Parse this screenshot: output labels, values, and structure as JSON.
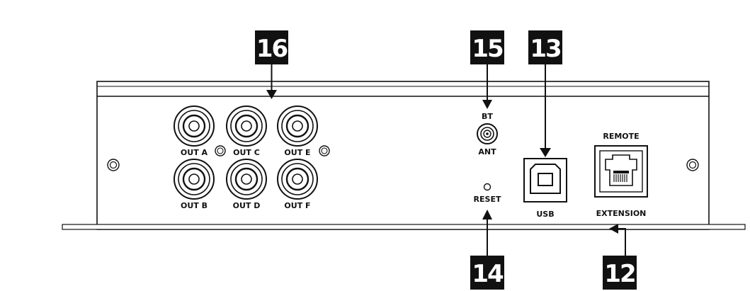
{
  "callouts": {
    "c16": "16",
    "c15": "15",
    "c13": "13",
    "c14": "14",
    "c12": "12"
  },
  "outputs": {
    "out_a": "OUT A",
    "out_b": "OUT B",
    "out_c": "OUT C",
    "out_d": "OUT D",
    "out_e": "OUT E",
    "out_f": "OUT F"
  },
  "antenna": {
    "top": "BT",
    "bottom": "ANT"
  },
  "reset": "RESET",
  "usb": "USB",
  "remote": {
    "top": "REMOTE",
    "bottom": "EXTENSION"
  }
}
